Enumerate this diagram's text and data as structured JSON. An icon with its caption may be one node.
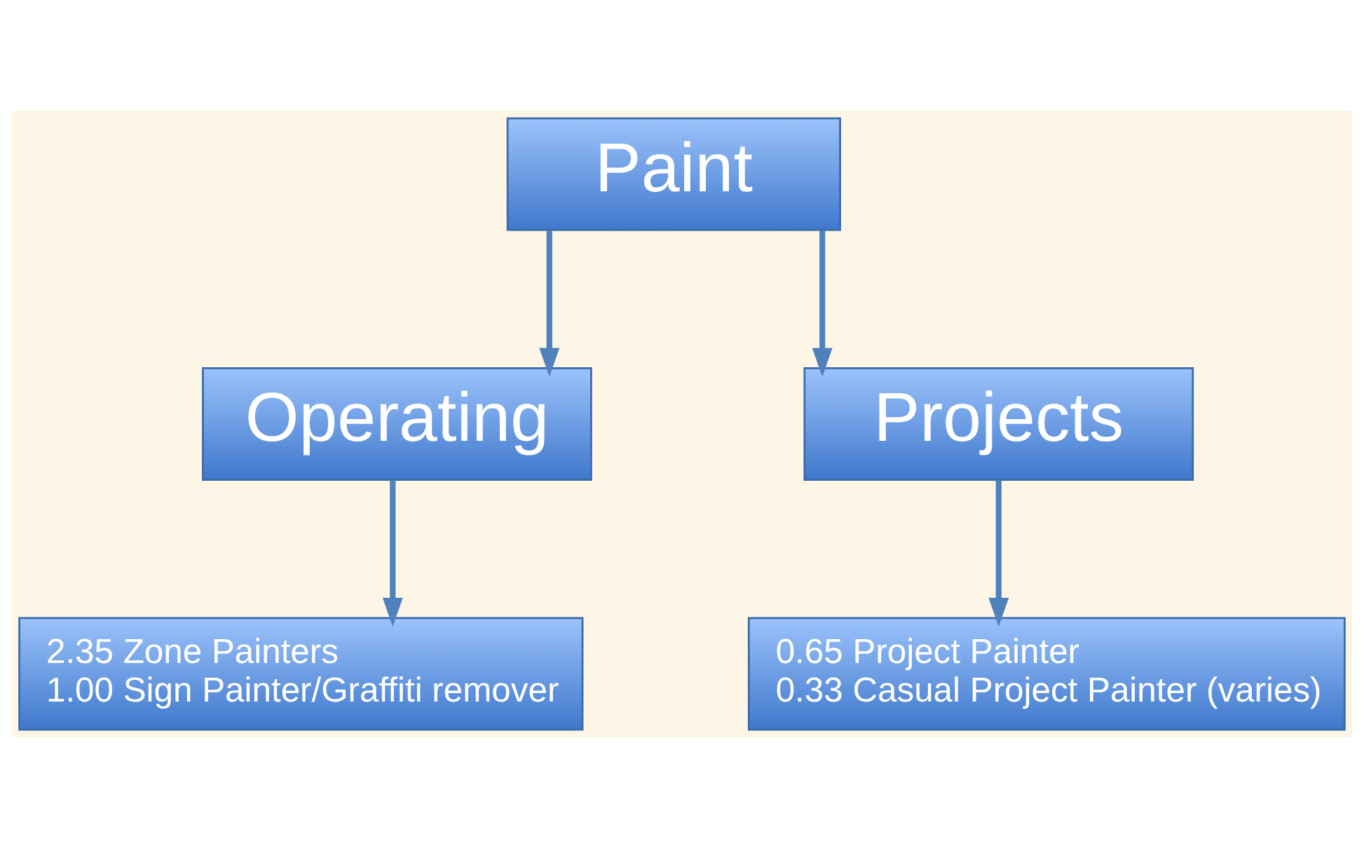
{
  "diagram": {
    "nodes": [
      {
        "text": [
          "Paint"
        ]
      },
      {
        "text": [
          "Operating"
        ]
      },
      {
        "text": [
          "Projects"
        ]
      },
      {
        "text": [
          "2.35 Zone Painters",
          "1.00 Sign Painter/Graffiti remover"
        ]
      },
      {
        "text": [
          "0.65 Project Painter",
          "0.33 Casual Project Painter (varies)"
        ]
      }
    ],
    "edges": [
      {
        "from": 0,
        "to": 1,
        "arrow": "to"
      },
      {
        "from": 0,
        "to": 2,
        "arrow": "to"
      },
      {
        "from": 1,
        "to": 3,
        "arrow": "to"
      },
      {
        "from": 2,
        "to": 4,
        "arrow": "to"
      }
    ]
  }
}
